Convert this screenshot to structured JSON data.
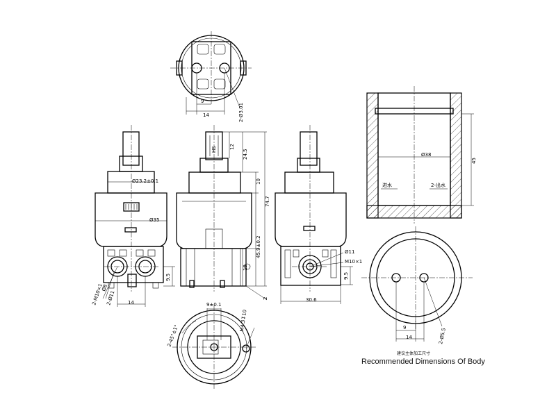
{
  "caption": "Recommended Dimensions Of Body",
  "caption_note": "建议主体加工尺寸",
  "top_view": {
    "dim_9": "9",
    "dim_14": "14",
    "dim_holes": "2-Ø3.01"
  },
  "front_view": {
    "dim_dia232": "Ø23.2±0.1",
    "dim_dia35": "Ø35",
    "dim_14": "14",
    "dim_m10": "2-M10×1",
    "dim_dia8": "Ø8",
    "dim_dia11": "2-Ø11",
    "dim_95": "9.5"
  },
  "side_view": {
    "dim_12": "12",
    "dim_245": "24.5",
    "dim_10": "10",
    "dim_747": "74.7",
    "dim_459": "45.9±0.2",
    "dim_19": "19",
    "dim_2": "2",
    "stem_mark": "HS"
  },
  "rear_view": {
    "dim_dia11": "Ø11",
    "dim_m10": "M10×1",
    "dim_95": "9.5",
    "dim_306": "30.6"
  },
  "bottom_view": {
    "dim_9": "9±0.1",
    "dim_angle": "2-45°±1°",
    "dim_m4": "M4.3↧10"
  },
  "body_section": {
    "dim_dia38": "Ø38",
    "dim_45": "45",
    "inlet": "进水",
    "outlet": "2-出水"
  },
  "body_plan": {
    "dim_9": "9",
    "dim_14": "14",
    "dim_holes": "2-Ø5.5"
  }
}
